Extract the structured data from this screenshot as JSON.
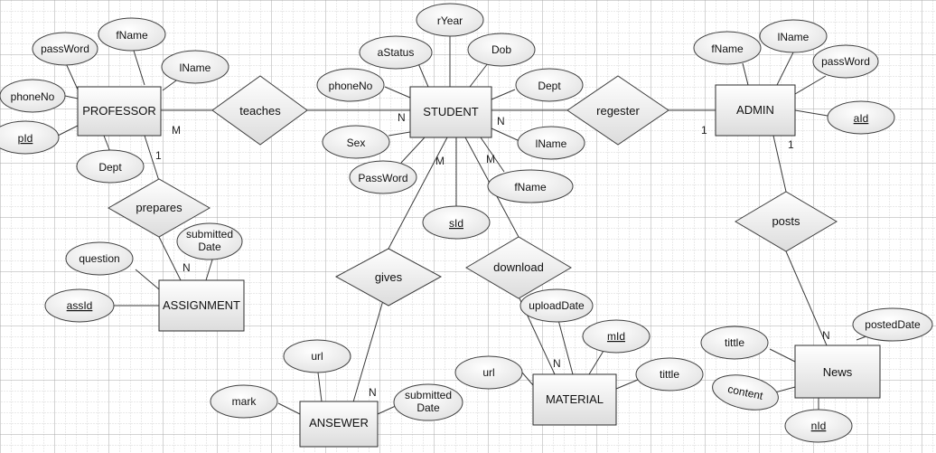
{
  "colors": {
    "background": "#ffffff",
    "grid_minor": "#d6d6d6",
    "grid_major": "#a9a9a9",
    "stroke": "#3a3a3a",
    "fill_light": "#ffffff",
    "fill_dark": "#dcdcdc"
  },
  "entities": [
    {
      "id": "professor",
      "label": "PROFESSOR"
    },
    {
      "id": "student",
      "label": "STUDENT"
    },
    {
      "id": "admin",
      "label": "ADMIN"
    },
    {
      "id": "assignment",
      "label": "ASSIGNMENT"
    },
    {
      "id": "answer",
      "label": "ANSEWER"
    },
    {
      "id": "material",
      "label": "MATERIAL"
    },
    {
      "id": "news",
      "label": "News"
    }
  ],
  "relationships": [
    {
      "id": "teaches",
      "label": "teaches"
    },
    {
      "id": "regester",
      "label": "regester"
    },
    {
      "id": "prepares",
      "label": "prepares"
    },
    {
      "id": "gives",
      "label": "gives"
    },
    {
      "id": "download",
      "label": "download"
    },
    {
      "id": "posts",
      "label": "posts"
    }
  ],
  "attributes": [
    {
      "id": "prof-password",
      "label": "passWord",
      "key": false
    },
    {
      "id": "prof-fname",
      "label": "fName",
      "key": false
    },
    {
      "id": "prof-lname",
      "label": "lName",
      "key": false
    },
    {
      "id": "prof-phoneno",
      "label": "phoneNo",
      "key": false
    },
    {
      "id": "prof-pid",
      "label": "pId",
      "key": true
    },
    {
      "id": "prof-dept",
      "label": "Dept",
      "key": false
    },
    {
      "id": "stu-ryear",
      "label": "rYear",
      "key": false
    },
    {
      "id": "stu-astatus",
      "label": "aStatus",
      "key": false
    },
    {
      "id": "stu-dob",
      "label": "Dob",
      "key": false
    },
    {
      "id": "stu-phoneno",
      "label": "phoneNo",
      "key": false
    },
    {
      "id": "stu-dept",
      "label": "Dept",
      "key": false
    },
    {
      "id": "stu-sex",
      "label": "Sex",
      "key": false
    },
    {
      "id": "stu-lname",
      "label": "lName",
      "key": false
    },
    {
      "id": "stu-password",
      "label": "PassWord",
      "key": false
    },
    {
      "id": "stu-fname",
      "label": "fName",
      "key": false
    },
    {
      "id": "stu-sid",
      "label": "sId",
      "key": true
    },
    {
      "id": "admin-fname",
      "label": "fName",
      "key": false
    },
    {
      "id": "admin-lname",
      "label": "lName",
      "key": false
    },
    {
      "id": "admin-password",
      "label": "passWord",
      "key": false
    },
    {
      "id": "admin-aid",
      "label": "aId",
      "key": true
    },
    {
      "id": "asg-submitted",
      "label": "submitted Date",
      "key": false
    },
    {
      "id": "asg-question",
      "label": "question",
      "key": false
    },
    {
      "id": "asg-assid",
      "label": "assId",
      "key": true
    },
    {
      "id": "ans-url",
      "label": "url",
      "key": false
    },
    {
      "id": "ans-mark",
      "label": "mark",
      "key": false
    },
    {
      "id": "ans-submitted",
      "label": "submitted Date",
      "key": false
    },
    {
      "id": "mat-uploaddate",
      "label": "uploadDate",
      "key": false
    },
    {
      "id": "mat-mid",
      "label": "mId",
      "key": true
    },
    {
      "id": "mat-url",
      "label": "url",
      "key": false
    },
    {
      "id": "mat-tittle",
      "label": "tittle",
      "key": false
    },
    {
      "id": "news-posteddate",
      "label": "postedDate",
      "key": false
    },
    {
      "id": "news-tittle",
      "label": "tittle",
      "key": false
    },
    {
      "id": "news-content",
      "label": "content",
      "key": false
    },
    {
      "id": "news-nid",
      "label": "nId",
      "key": true
    }
  ],
  "cardinalities": [
    {
      "id": "prof-teaches",
      "label": "M"
    },
    {
      "id": "stu-teaches",
      "label": "N"
    },
    {
      "id": "stu-regester",
      "label": "N"
    },
    {
      "id": "admin-regester",
      "label": "1"
    },
    {
      "id": "prof-prepares",
      "label": "1"
    },
    {
      "id": "asg-prepares",
      "label": "N"
    },
    {
      "id": "stu-gives",
      "label": "M"
    },
    {
      "id": "stu-download",
      "label": "M"
    },
    {
      "id": "ans-gives",
      "label": "N"
    },
    {
      "id": "mat-download",
      "label": "N"
    },
    {
      "id": "admin-posts",
      "label": "1"
    },
    {
      "id": "news-posts",
      "label": "N"
    }
  ]
}
